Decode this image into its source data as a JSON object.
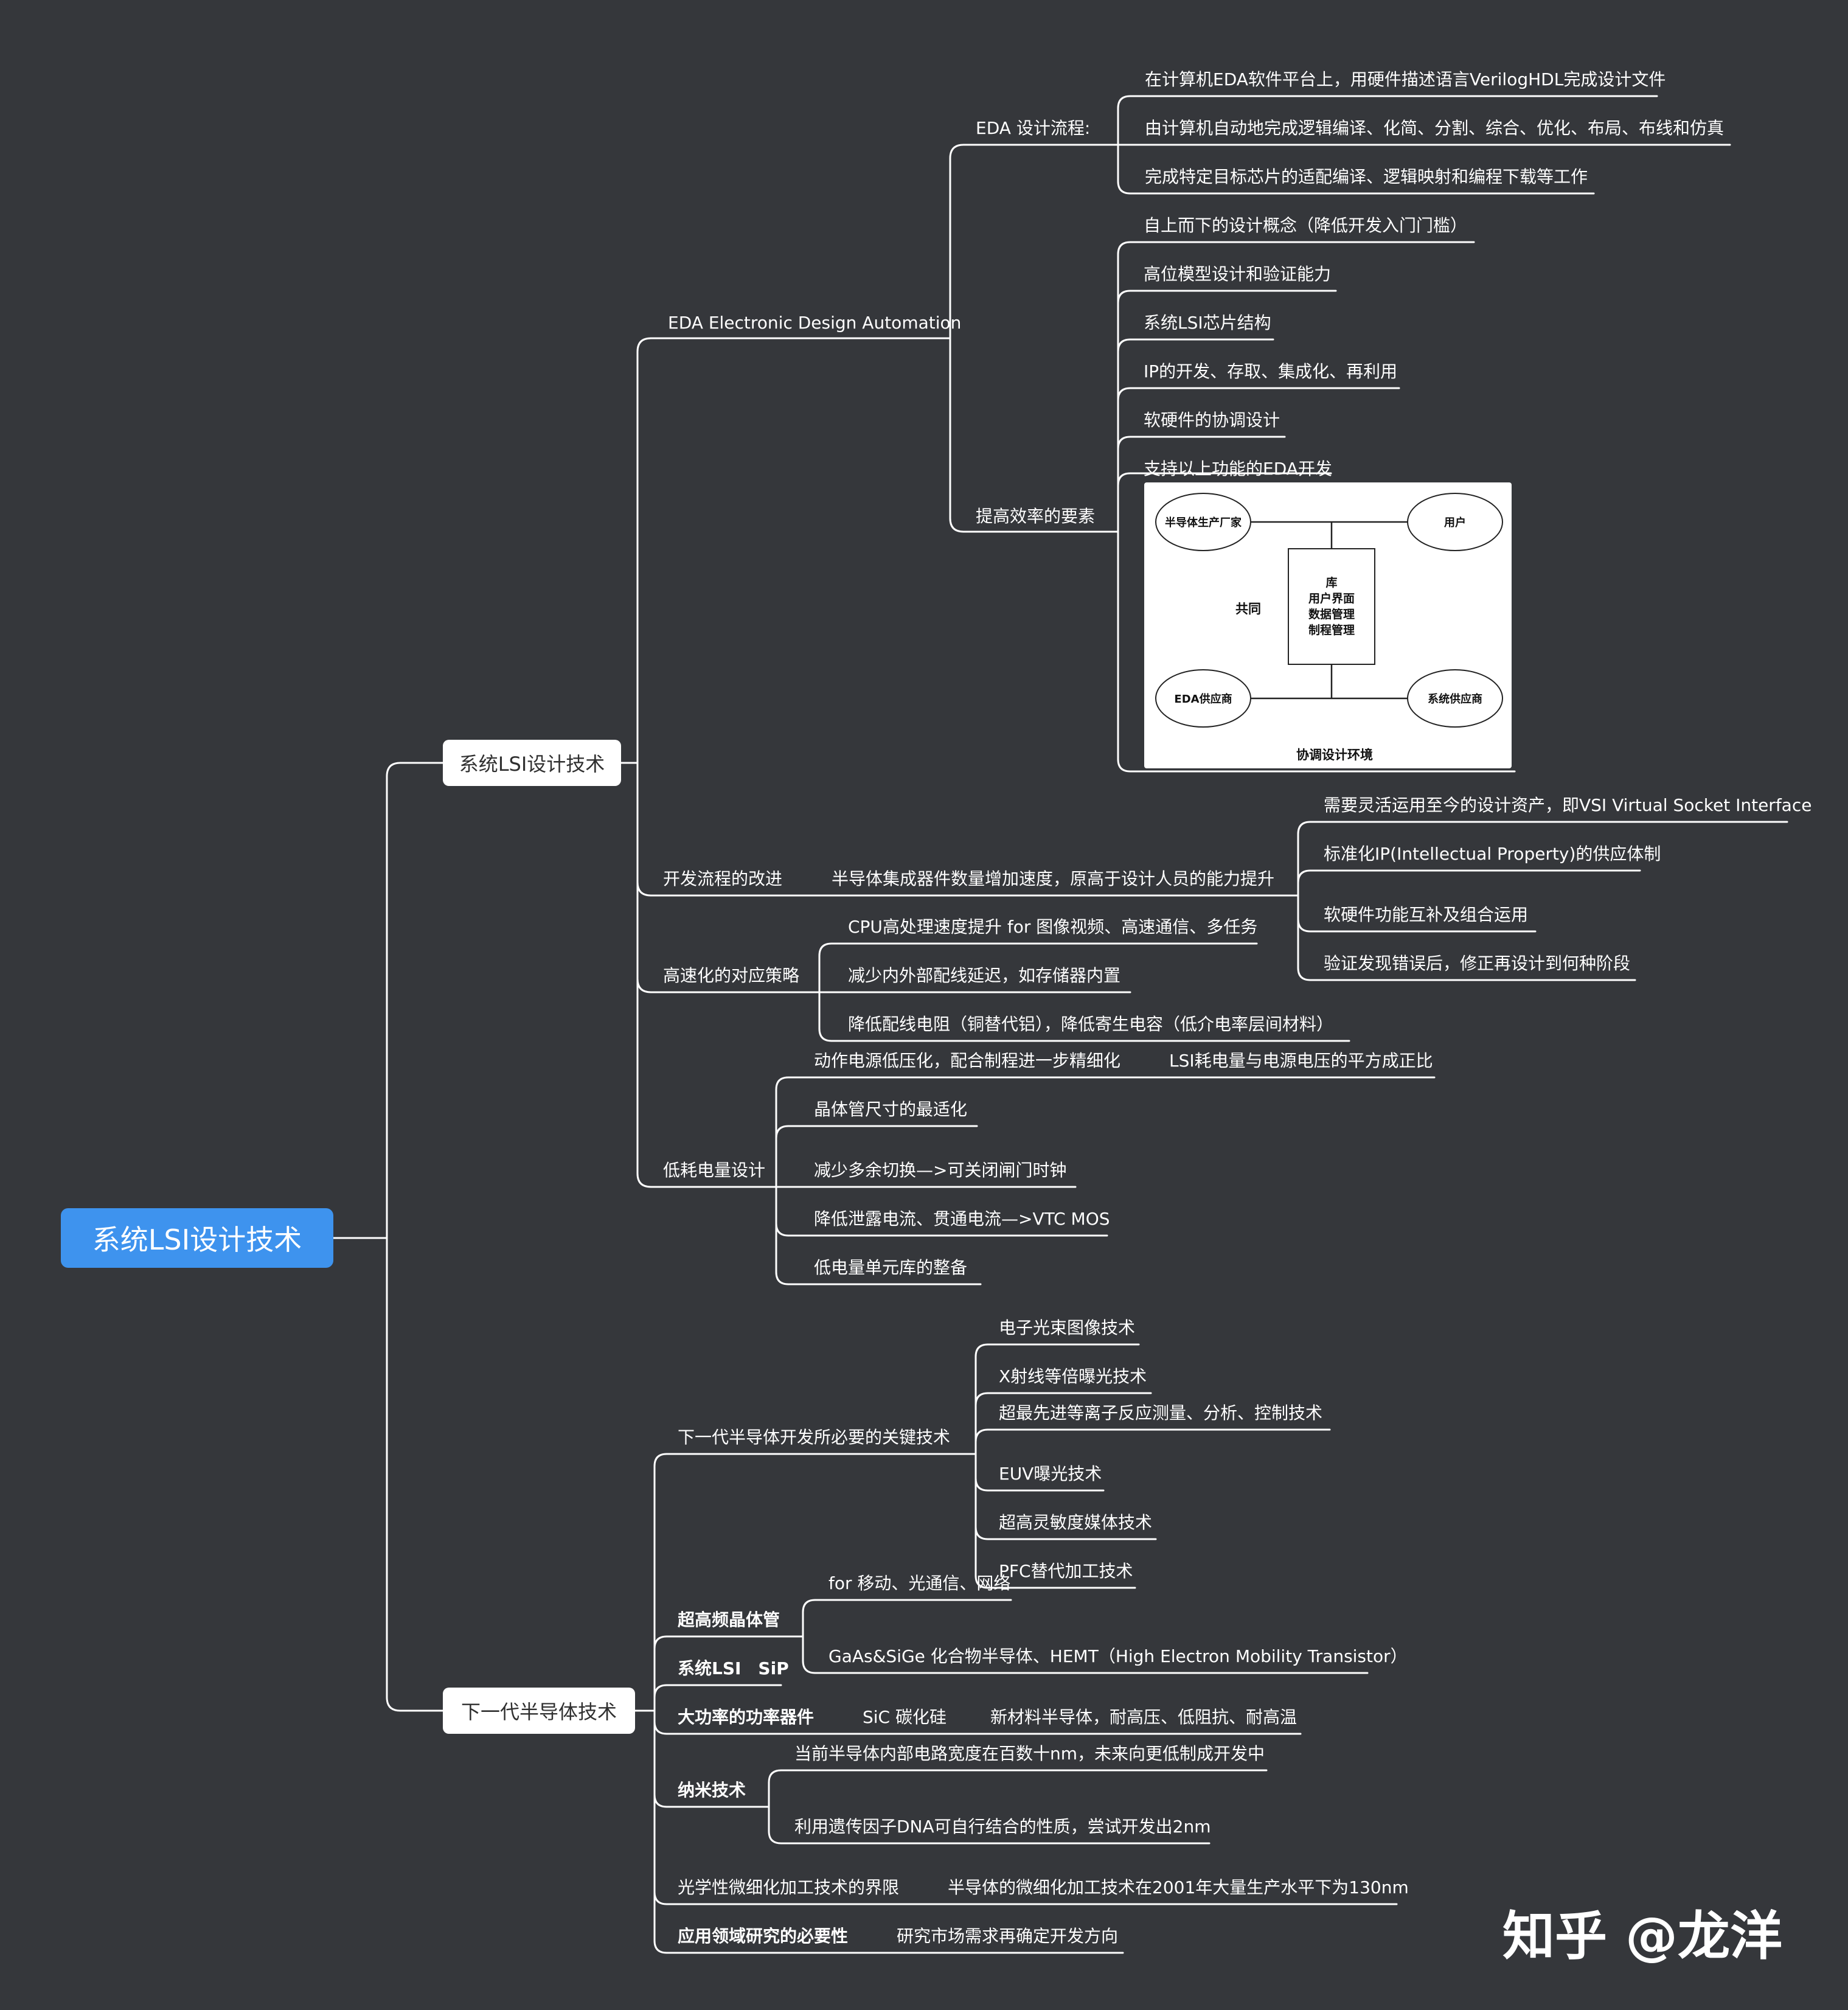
{
  "root": {
    "label": "系统LSI设计技术"
  },
  "branch_a": {
    "label": "系统LSI设计技术",
    "eda": {
      "label": "EDA Electronic Design Automation",
      "flow": {
        "label": "EDA 设计流程:",
        "items": [
          "在计算机EDA软件平台上，用硬件描述语言VerilogHDL完成设计文件",
          "由计算机自动地完成逻辑编译、化简、分割、综合、优化、布局、布线和仿真",
          "完成特定目标芯片的适配编译、逻辑映射和编程下载等工作"
        ]
      },
      "efficiency": {
        "label": "提高效率的要素",
        "items": [
          "自上而下的设计概念（降低开发入门门槛）",
          "高位模型设计和验证能力",
          "系统LSI芯片结构",
          "IP的开发、存取、集成化、再利用",
          "软硬件的协调设计",
          "支持以上功能的EDA开发"
        ]
      }
    },
    "collab_diagram": {
      "tl": "半导体生产厂家",
      "tr": "用户",
      "bl": "EDA供应商",
      "br": "系统供应商",
      "center": [
        "库",
        "用户界面",
        "数据管理",
        "制程管理"
      ],
      "left_label": "共同",
      "bottom_label": "协调设计环境"
    },
    "dev_flow": {
      "label": "开发流程的改进",
      "sub": "半导体集成器件数量增加速度，原高于设计人员的能力提升",
      "items": [
        "需要灵活运用至今的设计资产，即VSI Virtual Socket Interface",
        "标准化IP(Intellectual Property)的供应体制",
        "软硬件功能互补及组合运用",
        "验证发现错误后，修正再设计到何种阶段"
      ]
    },
    "speed": {
      "label": "高速化的对应策略",
      "items": [
        "CPU高处理速度提升 for 图像视频、高速通信、多任务",
        "减少内外部配线延迟，如存储器内置",
        "降低配线电阻（铜替代铝），降低寄生电容（低介电率层间材料）"
      ]
    },
    "power": {
      "label": "低耗电量设计",
      "item0": "动作电源低压化，配合制程进一步精细化",
      "item0_sub": "LSI耗电量与电源电压的平方成正比",
      "items": [
        "晶体管尺寸的最适化",
        "减少多余切换—>可关闭闸门时钟",
        "降低泄露电流、贯通电流—>VTC MOS",
        "低电量单元库的整备"
      ]
    }
  },
  "branch_b": {
    "label": "下一代半导体技术",
    "key_tech": {
      "label": "下一代半导体开发所必要的关键技术",
      "items": [
        "电子光束图像技术",
        "X射线等倍曝光技术",
        "超最先进等离子反应测量、分析、控制技术",
        "EUV曝光技术",
        "超高灵敏度媒体技术",
        "PFC替代加工技术"
      ]
    },
    "uhf": {
      "label": "超高频晶体管",
      "items": [
        "for 移动、光通信、网络",
        "GaAs&SiGe 化合物半导体、HEMT（High Electron Mobility Transistor）"
      ]
    },
    "sip": {
      "label": "系统LSI　SiP"
    },
    "power_dev": {
      "label": "大功率的功率器件",
      "sub": "SiC 碳化硅",
      "subsub": "新材料半导体，耐高压、低阻抗、耐高温"
    },
    "nano": {
      "label": "纳米技术",
      "items": [
        "当前半导体内部电路宽度在百数十nm，未来向更低制成开发中",
        "利用遗传因子DNA可自行结合的性质，尝试开发出2nm"
      ]
    },
    "optical": {
      "label": "光学性微细化加工技术的界限",
      "sub": "半导体的微细化加工技术在2001年大量生产水平下为130nm"
    },
    "app": {
      "label": "应用领域研究的必要性",
      "sub": "研究市场需求再确定开发方向"
    }
  },
  "watermark": "知乎 @龙洋",
  "colors": {
    "background": "#35373b",
    "line": "#ffffff",
    "root": "#3e93ee",
    "box": "#ffffff"
  }
}
